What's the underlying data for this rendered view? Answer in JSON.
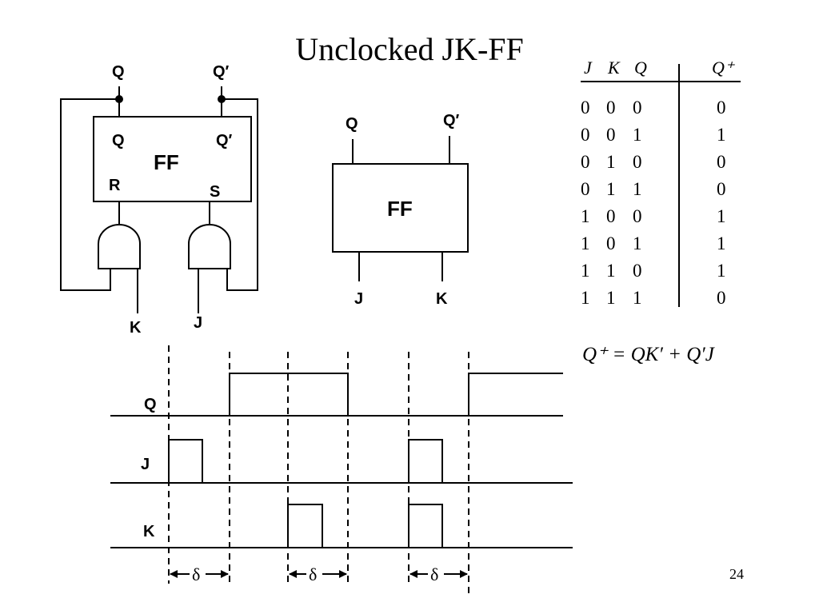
{
  "slide": {
    "title": "Unclocked JK-FF",
    "page_number": "24"
  },
  "circuit": {
    "output_q": "Q",
    "output_q_prime": "Q′",
    "inner_q": "Q",
    "inner_q_prime": "Q′",
    "ff_label": "FF",
    "input_r": "R",
    "input_s": "S",
    "input_k": "K",
    "input_j": "J"
  },
  "block_symbol": {
    "output_q": "Q",
    "output_q_prime": "Q′",
    "ff_label": "FF",
    "input_j": "J",
    "input_k": "K"
  },
  "truth_table": {
    "headers": [
      "J",
      "K",
      "Q",
      "Q⁺"
    ],
    "rows": [
      [
        "0",
        "0",
        "0",
        "0"
      ],
      [
        "0",
        "0",
        "1",
        "1"
      ],
      [
        "0",
        "1",
        "0",
        "0"
      ],
      [
        "0",
        "1",
        "1",
        "0"
      ],
      [
        "1",
        "0",
        "0",
        "1"
      ],
      [
        "1",
        "0",
        "1",
        "1"
      ],
      [
        "1",
        "1",
        "0",
        "1"
      ],
      [
        "1",
        "1",
        "1",
        "0"
      ]
    ]
  },
  "equation": "Q⁺ = QK′ + Q′J",
  "timing": {
    "signal_q": "Q",
    "signal_j": "J",
    "signal_k": "K",
    "delay_1": "δ",
    "delay_2": "δ",
    "delay_3": "δ"
  }
}
